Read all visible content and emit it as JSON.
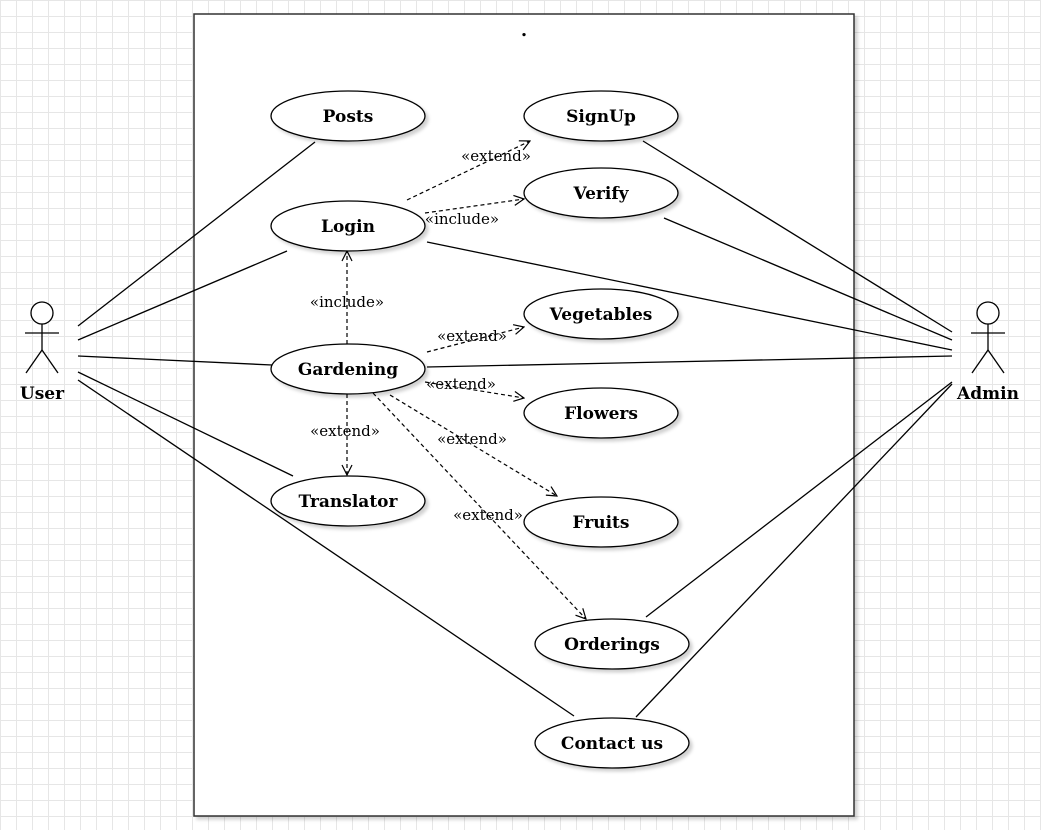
{
  "system": {
    "title": "."
  },
  "actors": {
    "user": "User",
    "admin": "Admin"
  },
  "use_cases": {
    "posts": "Posts",
    "signup": "SignUp",
    "login": "Login",
    "verify": "Verify",
    "vegetables": "Vegetables",
    "gardening": "Gardening",
    "flowers": "Flowers",
    "fruits": "Fruits",
    "translator": "Translator",
    "orderings": "Orderings",
    "contact": "Contact us"
  },
  "relations": {
    "login_signup": "«extend»",
    "login_verify": "«include»",
    "gardening_login": "«include»",
    "gardening_vegetables": "«extend»",
    "gardening_flowers": "«extend»",
    "gardening_fruits": "«extend»",
    "gardening_orderings": "«extend»",
    "gardening_translator": "«extend»"
  }
}
